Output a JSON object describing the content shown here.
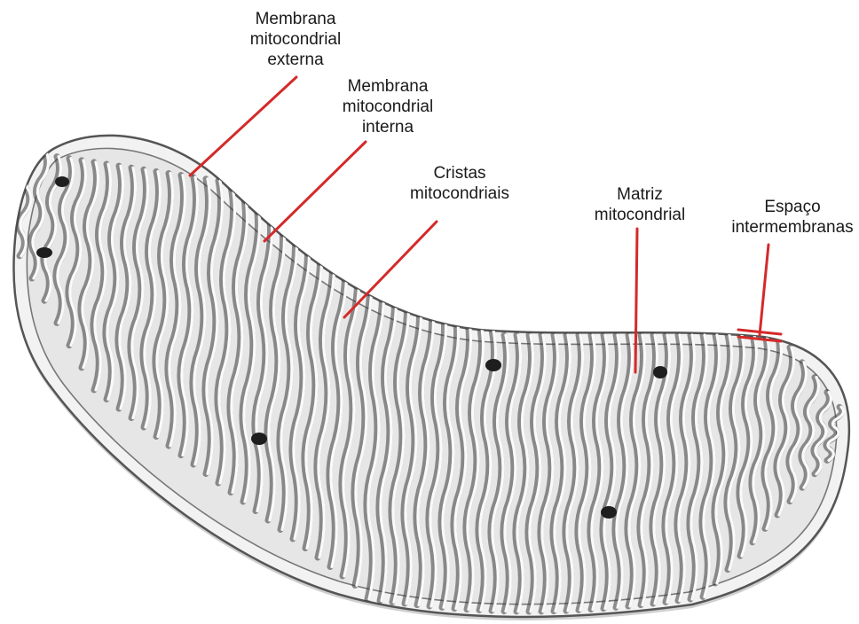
{
  "labels": {
    "outer_membrane": [
      "Membrana",
      "mitocondrial",
      "externa"
    ],
    "inner_membrane": [
      "Membrana",
      "mitocondrial",
      "interna"
    ],
    "cristae": [
      "Cristas",
      "mitocondriais"
    ],
    "matrix": [
      "Matriz",
      "mitocondrial"
    ],
    "intermembrane_space": [
      "Espaço",
      "intermembranas"
    ]
  },
  "colors": {
    "leader_line": "#d42a2a",
    "organelle_outline": "#555555",
    "organelle_fill": "#efefef",
    "crista_fill": "#3a3a3a",
    "text": "#1a1a1a"
  }
}
